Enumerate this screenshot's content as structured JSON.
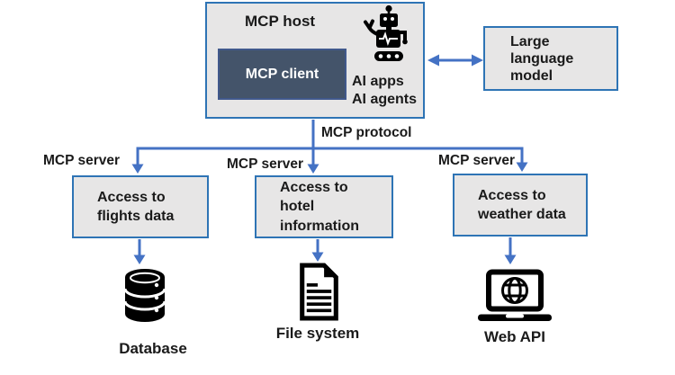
{
  "colors": {
    "background": "#ffffff",
    "box_fill": "#e7e6e6",
    "box_border": "#2e74b5",
    "connector_blue": "#4472c4",
    "client_fill": "#44546a",
    "client_text": "#ffffff",
    "icon_black": "#000000",
    "text": "#1a1a1a"
  },
  "host": {
    "title": "MCP host",
    "client_label": "MCP client",
    "apps_label": "AI apps\nAI agents",
    "icon": "robot-icon"
  },
  "llm": {
    "label": "Large\nlanguage\nmodel"
  },
  "protocol": {
    "label": "MCP protocol"
  },
  "servers": [
    {
      "tag": "MCP server",
      "label": "Access to\nflights data",
      "target": {
        "icon": "database-icon",
        "caption": "Database"
      }
    },
    {
      "tag": "MCP server",
      "label": "Access to\nhotel\ninformation",
      "target": {
        "icon": "document-icon",
        "caption": "File system"
      }
    },
    {
      "tag": "MCP server",
      "label": "Access to\nweather data",
      "target": {
        "icon": "laptop-globe-icon",
        "caption": "Web API"
      }
    }
  ]
}
